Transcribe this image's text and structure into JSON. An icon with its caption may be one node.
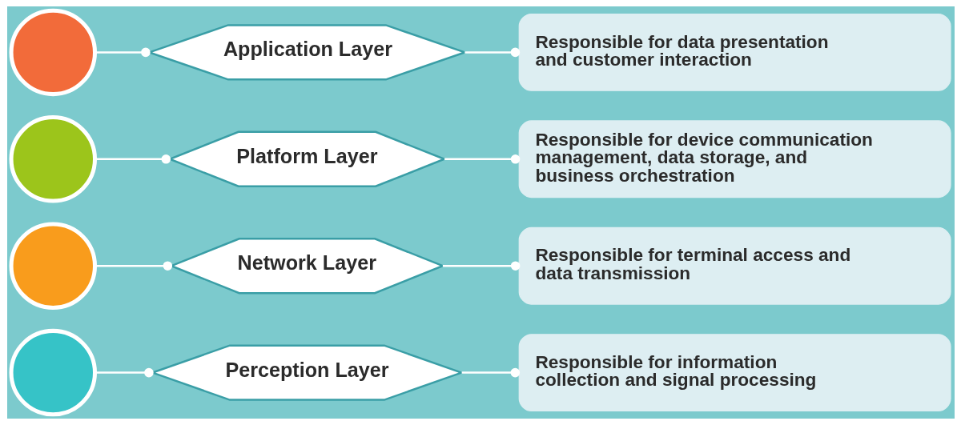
{
  "diagram": {
    "nodes": [
      {
        "text": [],
        "shape": "circle"
      },
      {
        "text": [
          "Application Layer"
        ]
      },
      {
        "text": [
          "Responsible for data presentation and customer interaction"
        ]
      },
      {
        "text": [],
        "shape": "circle"
      },
      {
        "text": [
          "Platform Layer"
        ]
      },
      {
        "text": [
          "Responsible for device communication management, data storage, and business orchestration"
        ]
      },
      {
        "text": [],
        "shape": "circle"
      },
      {
        "text": [
          "Network Layer"
        ]
      },
      {
        "text": [
          "Responsible for terminal access and data transmission"
        ]
      },
      {
        "text": [],
        "shape": "circle"
      },
      {
        "text": [
          "Perception Layer"
        ]
      },
      {
        "text": [
          "Responsible for information collection and signal processing"
        ]
      }
    ],
    "edges": [
      {
        "from": 0,
        "to": 1,
        "arrow": "other"
      },
      {
        "from": 1,
        "to": 2,
        "arrow": "other"
      },
      {
        "from": 3,
        "to": 4,
        "arrow": "other"
      },
      {
        "from": 4,
        "to": 5,
        "arrow": "other"
      },
      {
        "from": 6,
        "to": 7,
        "arrow": "other"
      },
      {
        "from": 7,
        "to": 8,
        "arrow": "other"
      },
      {
        "from": 9,
        "to": 10,
        "arrow": "other"
      },
      {
        "from": 10,
        "to": 11,
        "arrow": "other"
      }
    ]
  }
}
